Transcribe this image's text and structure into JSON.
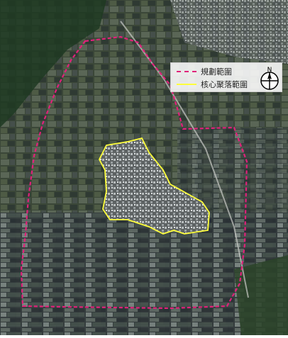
{
  "map": {
    "boundary_color": "#e0217a",
    "core_color": "#ffff3a"
  },
  "legend": {
    "items": [
      {
        "label": "規劃範圍",
        "style": "dashed",
        "color": "#e0217a"
      },
      {
        "label": "核心聚落範圍",
        "style": "solid",
        "color": "#ffff3a"
      }
    ],
    "north_label": "N"
  }
}
